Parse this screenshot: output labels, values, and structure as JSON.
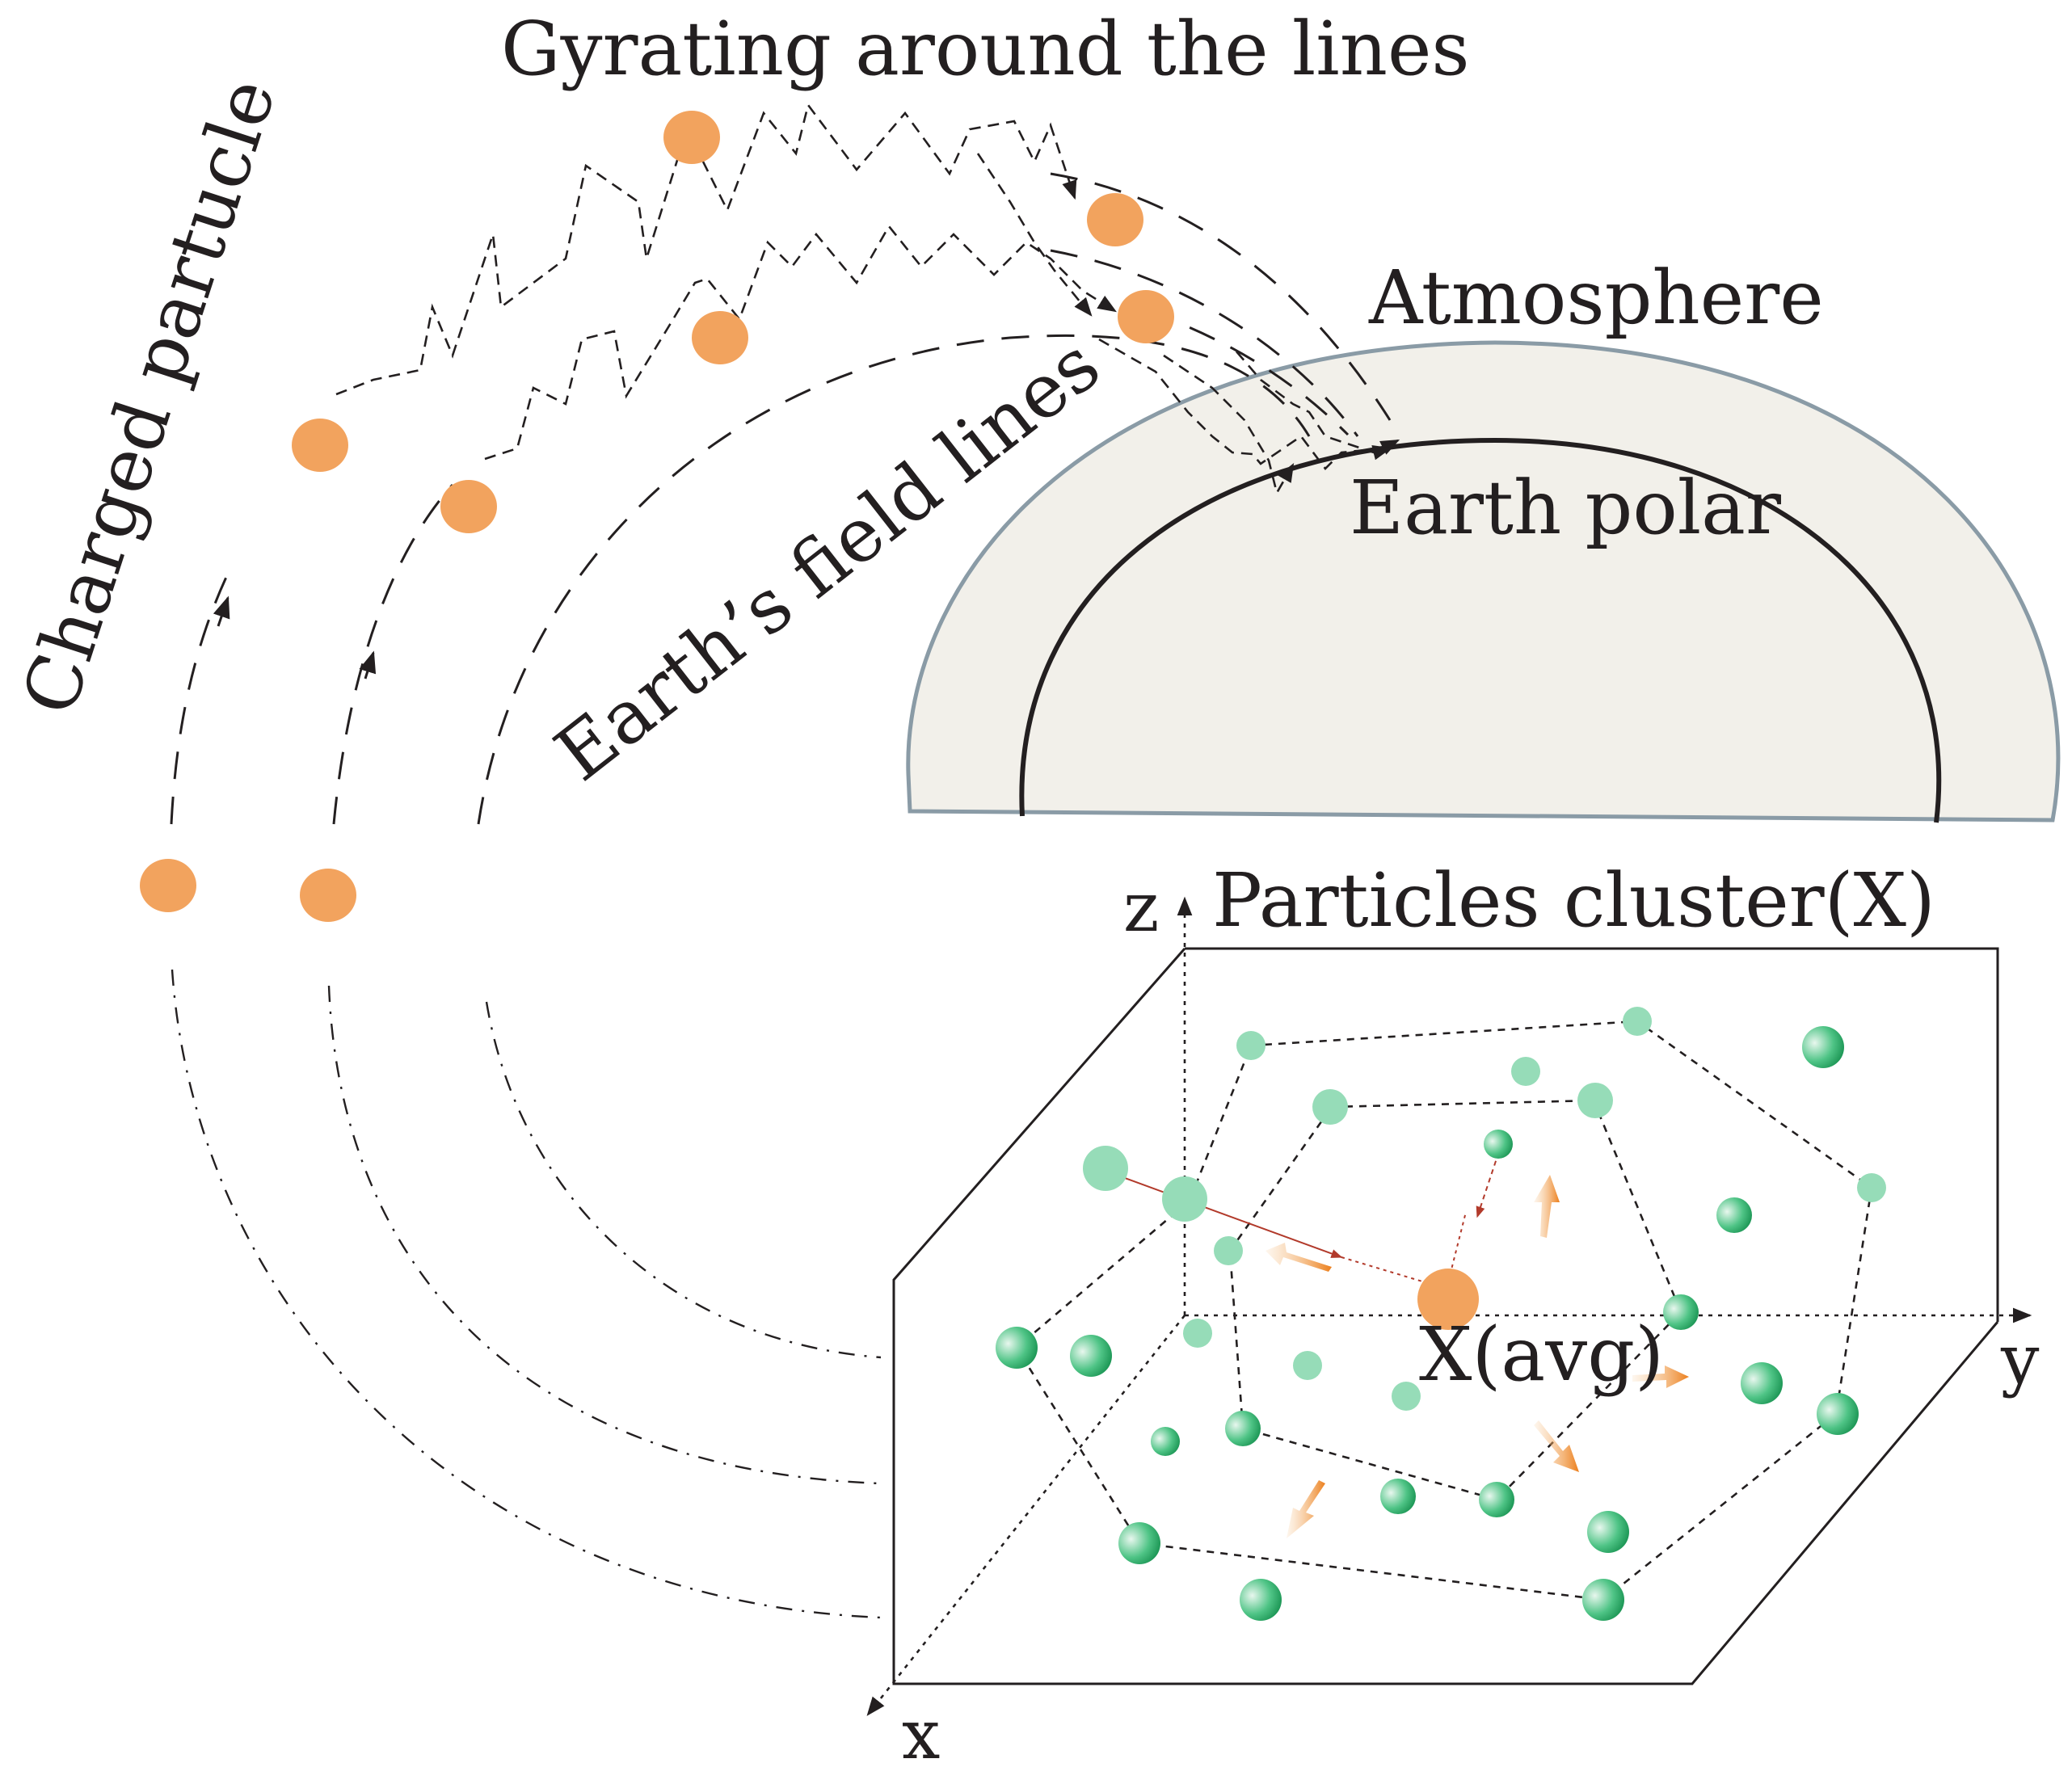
{
  "labels": {
    "gyrating": "Gyrating around the lines",
    "charged": "Charged partucle",
    "field_lines": "Earth’s field lines",
    "atmosphere": "Atmosphere",
    "earth_polar": "Earth polar",
    "cluster": "Particles cluster(X)",
    "avg": "X(avg)",
    "axis_x": "x",
    "axis_y": "y",
    "axis_z": "z"
  },
  "colors": {
    "particle": "#f2a35e",
    "cluster_particle": "#2bab6b",
    "cluster_particle_light": "#96dcb8",
    "atmosphere_fill": "#f2f0ea",
    "atmosphere_stroke": "#8a9ba6",
    "ink": "#231f20",
    "distance_line": "#c0392b"
  }
}
